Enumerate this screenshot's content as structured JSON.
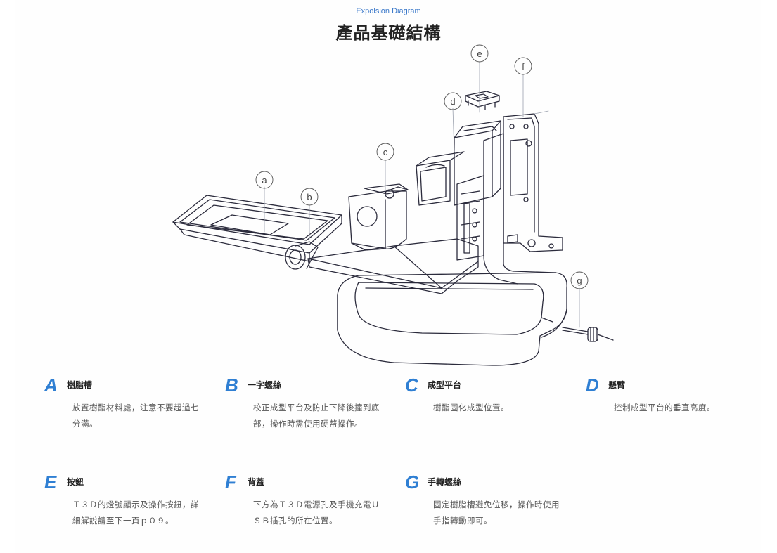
{
  "header": {
    "subtitle": "Expolsion Diagram",
    "title": "產品基礎結構"
  },
  "callouts": [
    "a",
    "b",
    "c",
    "d",
    "e",
    "f",
    "g"
  ],
  "colors": {
    "accent": "#2f7fd3",
    "line_art": "#2b2b3c"
  },
  "parts": [
    {
      "letter": "A",
      "name": "樹脂槽",
      "desc": "放置樹酯材料處，注意不要超過七分滿。"
    },
    {
      "letter": "B",
      "name": "一字螺絲",
      "desc": "校正成型平台及防止下降後撞到底部，操作時需使用硬幣操作。"
    },
    {
      "letter": "C",
      "name": "成型平台",
      "desc": "樹酯固化成型位置。"
    },
    {
      "letter": "D",
      "name": "懸臂",
      "desc": "控制成型平台的垂直高度。"
    },
    {
      "letter": "E",
      "name": "按鈕",
      "desc": "Ｔ３Ｄ的燈號顯示及操作按鈕，詳細解說請至下一頁ｐ０９。"
    },
    {
      "letter": "F",
      "name": "背蓋",
      "desc": "下方為Ｔ３Ｄ電源孔及手機充電ＵＳＢ插孔的所在位置。"
    },
    {
      "letter": "G",
      "name": "手轉螺絲",
      "desc": "固定樹脂槽避免位移，操作時使用手指轉動即可。"
    }
  ]
}
